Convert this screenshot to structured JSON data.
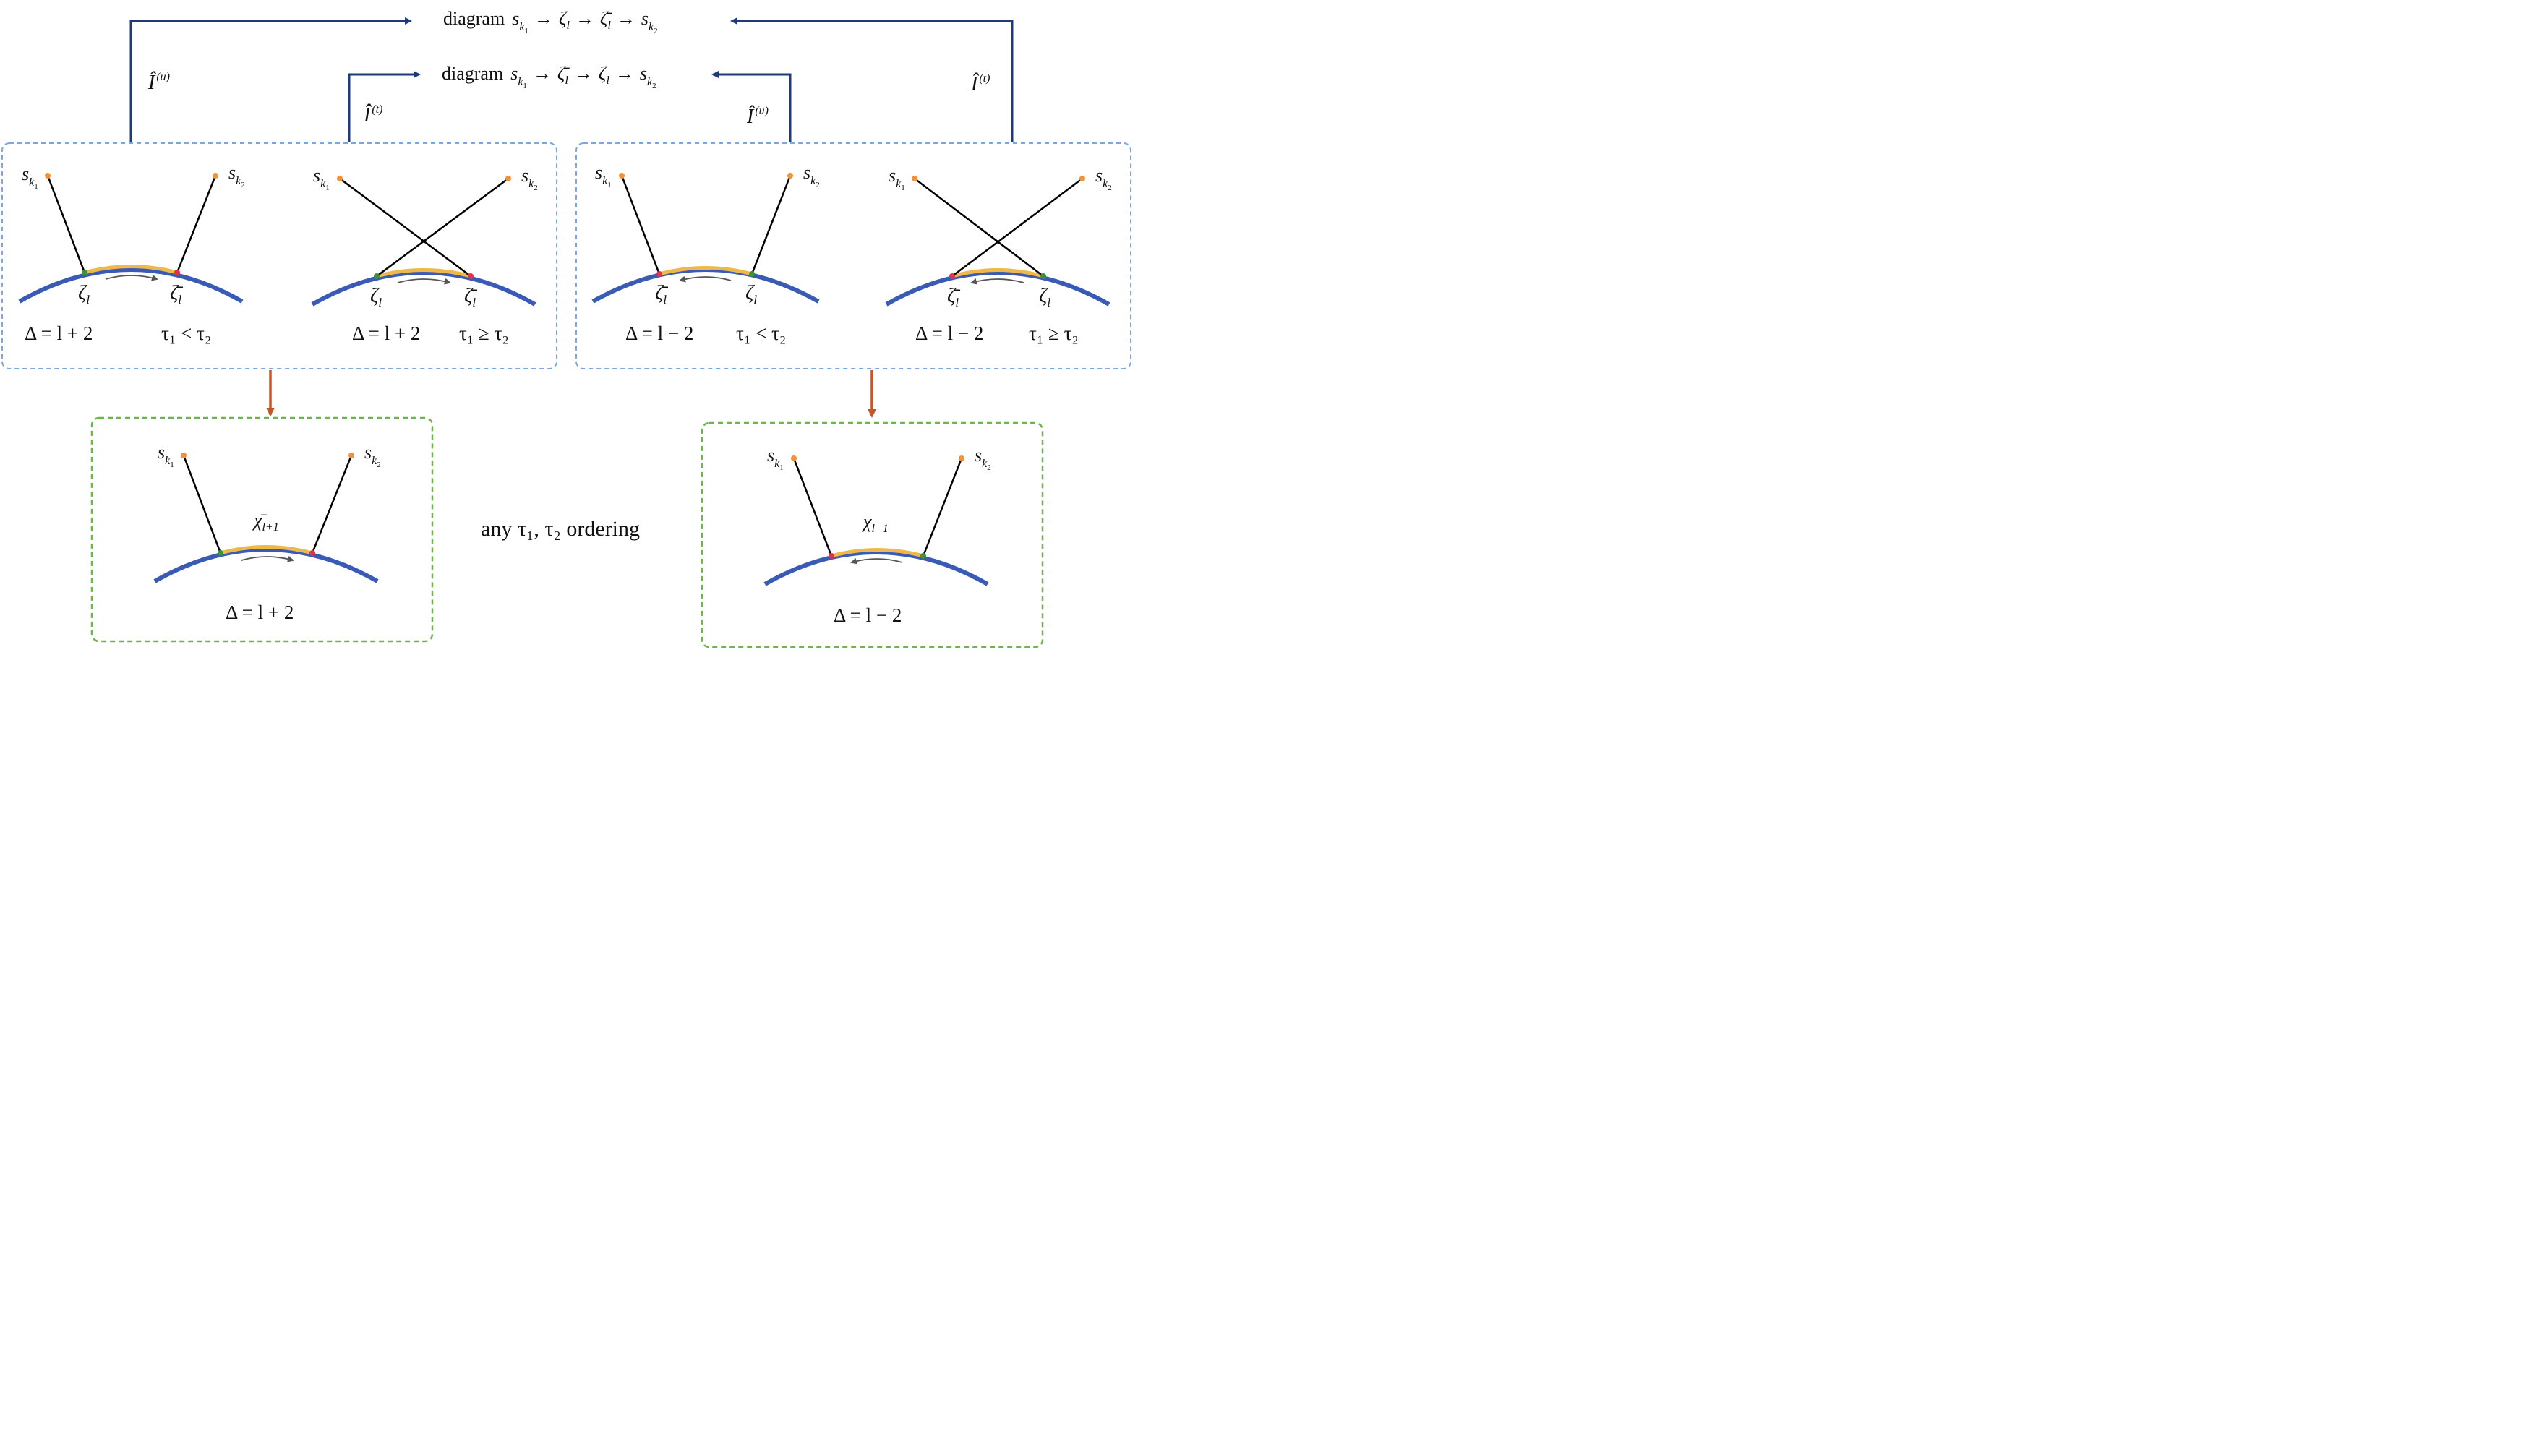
{
  "colors": {
    "arc": "#3a5bb5",
    "segment": "#efb84a",
    "nav_arrow": "#1f3a7a",
    "down_arrow": "#c0582a",
    "box_blue": "#7ba6de",
    "box_green": "#6cb54a",
    "dot_src": "#f0923a",
    "dot_green": "#3f8f3a",
    "dot_red": "#e0334a",
    "line": "#000000",
    "dir_arrow": "#555555"
  },
  "diagram_top": {
    "prefix": "diagram",
    "s1": "s",
    "k1": "k",
    "sub1": "1",
    "arrow": "→",
    "z": "ζ",
    "zbar": "ζ̄",
    "l": "l",
    "s2": "s",
    "k2": "k",
    "sub2": "2"
  },
  "diagram_bottom": {
    "prefix": "diagram",
    "s1": "s",
    "k1": "k",
    "sub1": "1",
    "arrow": "→",
    "zbar": "ζ̄",
    "z": "ζ",
    "l": "l",
    "s2": "s",
    "k2": "k",
    "sub2": "2"
  },
  "operators": {
    "left_outer": {
      "base": "Î",
      "sup": "(u)"
    },
    "left_inner": {
      "base": "Î",
      "sup": "(t)"
    },
    "right_inner": {
      "base": "Î",
      "sup": "(u)"
    },
    "right_outer": {
      "base": "Î",
      "sup": "(t)"
    }
  },
  "src_labels": {
    "s": "s",
    "k": "k",
    "one": "1",
    "two": "2"
  },
  "nodes": {
    "zeta": "ζ",
    "zetabar": "ζ̄",
    "l": "l"
  },
  "panels": [
    {
      "delta": "Δ = l + 2",
      "tau": "τ₁ < τ₂"
    },
    {
      "delta": "Δ = l + 2",
      "tau": "τ₁ ≥ τ₂"
    },
    {
      "delta": "Δ = l − 2",
      "tau": "τ₁ < τ₂"
    },
    {
      "delta": "Δ = l − 2",
      "tau": "τ₁ ≥ τ₂"
    }
  ],
  "results": [
    {
      "chi": "χ̄",
      "chi_sub": "l+1",
      "delta": "Δ = l + 2"
    },
    {
      "chi": "χ",
      "chi_sub": "l−1",
      "delta": "Δ = l − 2"
    }
  ],
  "center_note": "any τ₁, τ₂ ordering"
}
